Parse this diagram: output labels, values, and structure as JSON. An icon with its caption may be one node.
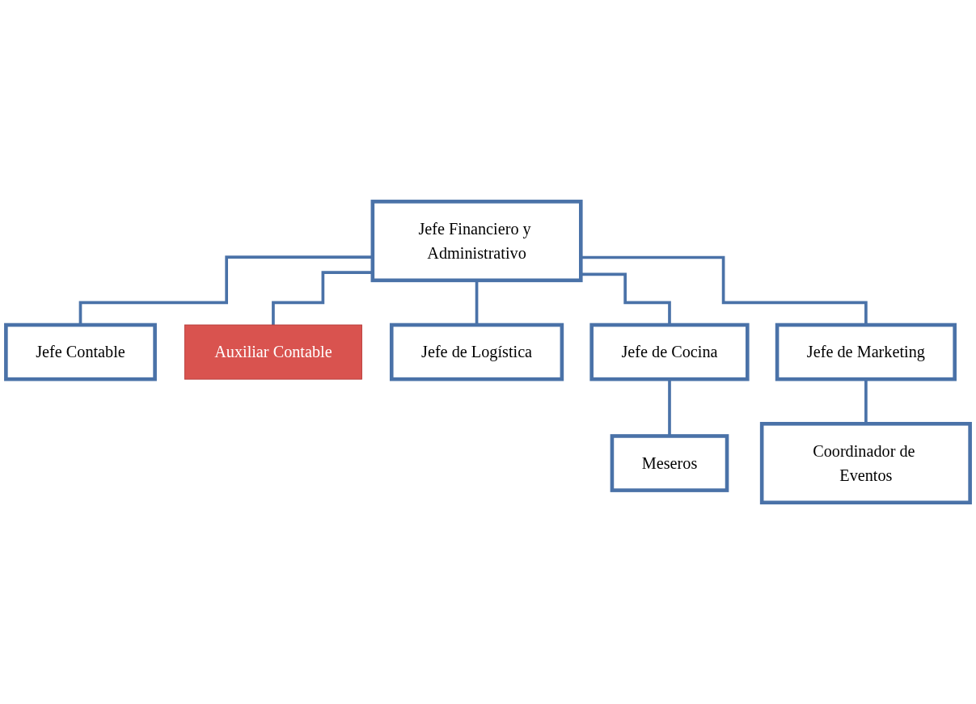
{
  "diagram": {
    "nodes": [
      {
        "text": [
          "Jefe Financiero y Administrativo"
        ]
      },
      {
        "text": [
          "Jefe Contable"
        ]
      },
      {
        "text": [
          "Auxiliar Contable"
        ]
      },
      {
        "text": [
          "Jefe de Logística"
        ]
      },
      {
        "text": [
          "Jefe de Cocina"
        ]
      },
      {
        "text": [
          "Jefe de Marketing"
        ]
      },
      {
        "text": [
          "Meseros"
        ]
      },
      {
        "text": [
          "Coordinador de Eventos"
        ]
      }
    ],
    "edges": [
      {
        "from": 0,
        "to": 1,
        "arrow": "none"
      },
      {
        "from": 0,
        "to": 2,
        "arrow": "none"
      },
      {
        "from": 0,
        "to": 3,
        "arrow": "none"
      },
      {
        "from": 0,
        "to": 4,
        "arrow": "none"
      },
      {
        "from": 0,
        "to": 5,
        "arrow": "none"
      },
      {
        "from": 4,
        "to": 6,
        "arrow": "none"
      },
      {
        "from": 5,
        "to": 7,
        "arrow": "none"
      }
    ]
  }
}
